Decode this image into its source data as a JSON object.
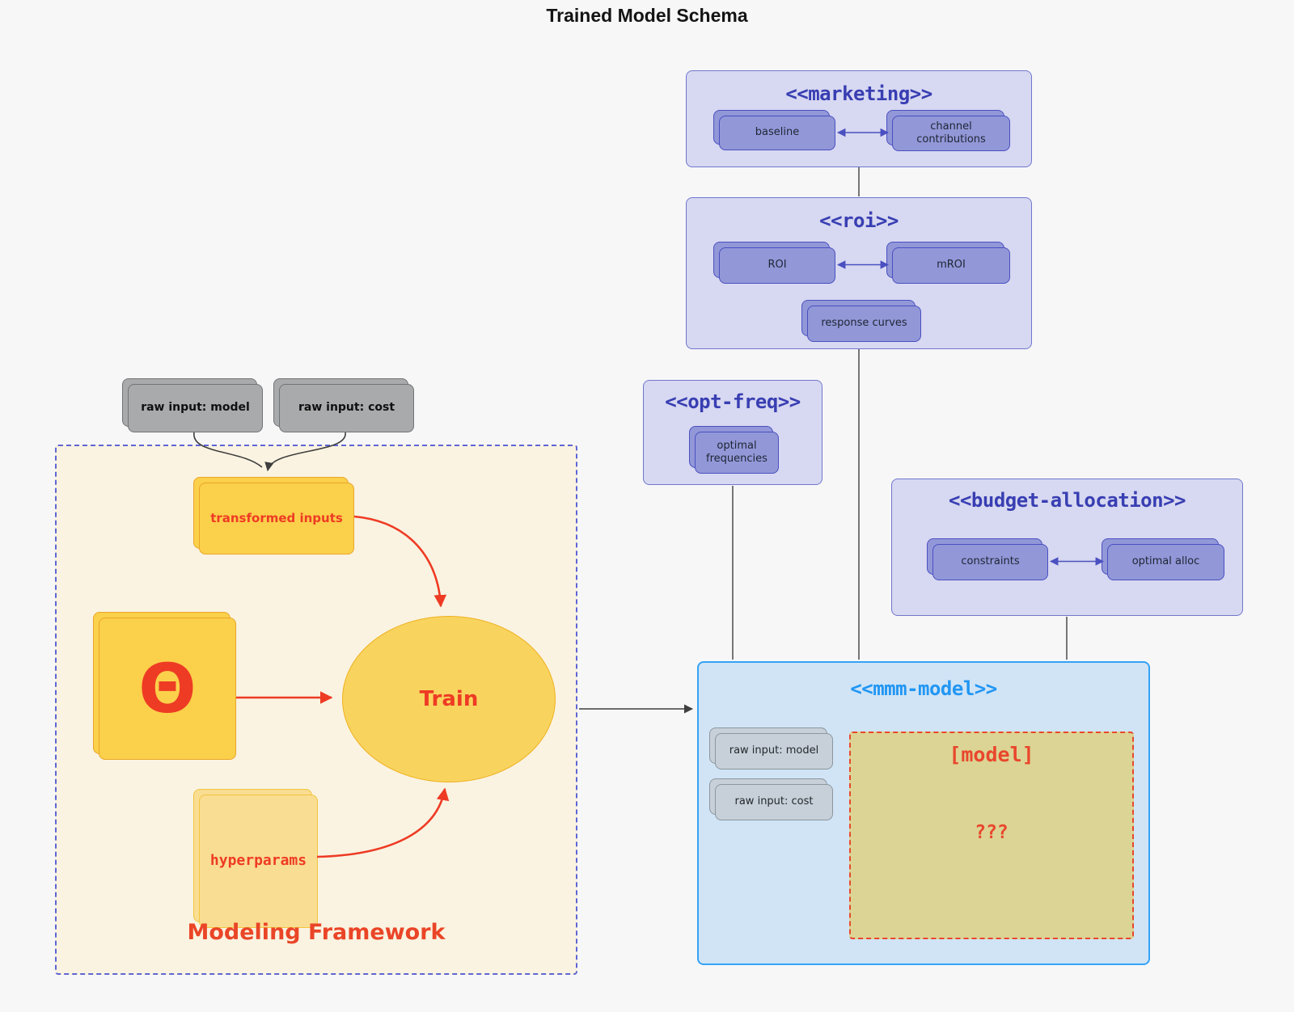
{
  "title": "Trained Model Schema",
  "groups": {
    "marketing": {
      "stereotype": "<<marketing>>",
      "baseline": "baseline",
      "channel_contributions": "channel contributions"
    },
    "roi": {
      "stereotype": "<<roi>>",
      "roi": "ROI",
      "mroi": "mROI",
      "response_curves": "response curves"
    },
    "opt_freq": {
      "stereotype": "<<opt-freq>>",
      "optimal_frequencies": "optimal frequencies"
    },
    "budget_allocation": {
      "stereotype": "<<budget-allocation>>",
      "constraints": "constraints",
      "optimal_alloc": "optimal alloc"
    },
    "mmm_model": {
      "stereotype": "<<mmm-model>>",
      "raw_input_model": "raw input: model",
      "raw_input_cost": "raw input: cost",
      "model_label": "[model]",
      "model_placeholder": "???"
    }
  },
  "framework": {
    "label": "Modeling Framework",
    "raw_input_model": "raw input: model",
    "raw_input_cost": "raw input: cost",
    "transformed_inputs": "transformed inputs",
    "theta": "Θ",
    "train": "Train",
    "hyperparams": "hyperparams"
  },
  "colors": {
    "background": "#f7f7f8",
    "purple_group_fill": "#d7d8f1",
    "purple_node_fill": "#9297d8",
    "purple_border": "#4a50c0",
    "purple_title": "#383eb2",
    "blue_group_fill": "#d0e4f6",
    "blue_border": "#35a3f5",
    "blue_title": "#2196f3",
    "cream_fill": "#faf3e1",
    "yellow_node_fill": "#fbd04b",
    "yellow_light_fill": "#f9dd92",
    "khaki_fill": "#dcd494",
    "red_accent": "#ee3b24",
    "gray_node_fill": "#a9aaac",
    "gray_light_node_fill": "#c7d0d8"
  }
}
